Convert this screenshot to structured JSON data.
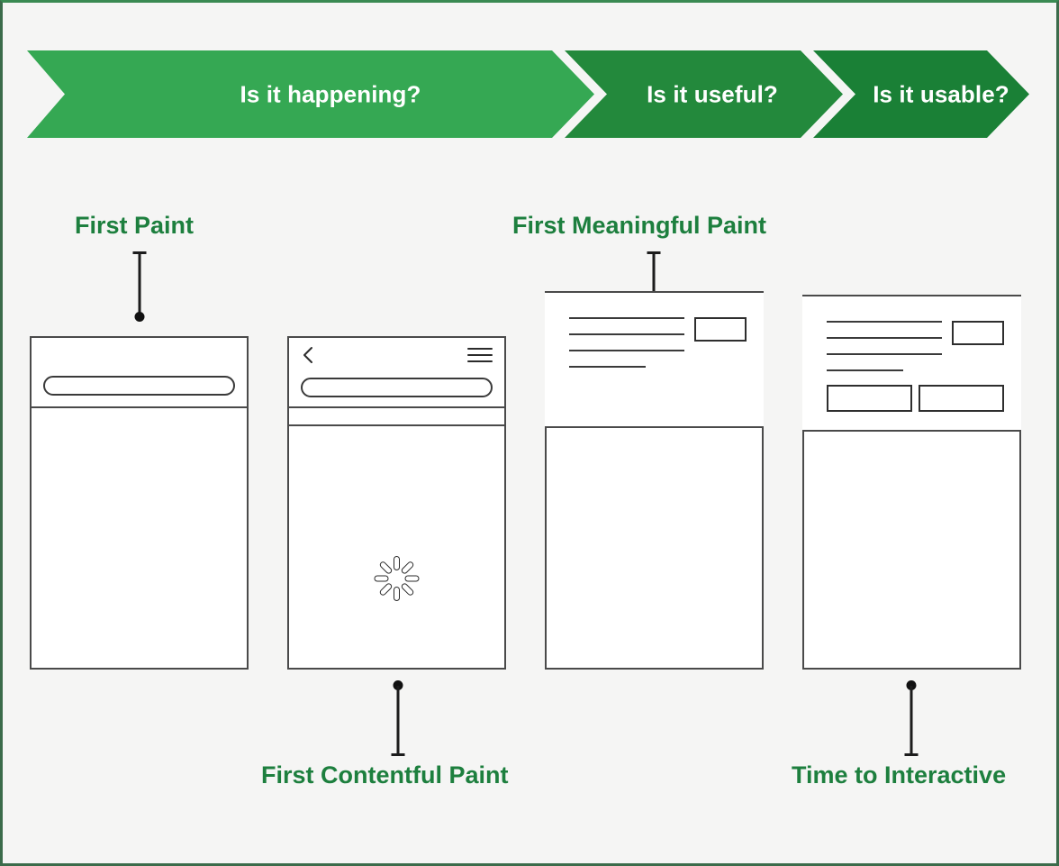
{
  "page": {
    "background": "#f5f5f4",
    "border_color": "#3b6b4a"
  },
  "banner": {
    "segments": [
      {
        "label": "Is it happening?",
        "color": "#35a853"
      },
      {
        "label": "Is it useful?",
        "color": "#23893c"
      },
      {
        "label": "Is it usable?",
        "color": "#1a8036"
      }
    ]
  },
  "metrics": [
    {
      "id": "fp",
      "label": "First Paint",
      "color": "#1d7f3e",
      "position": "above",
      "phone": 1
    },
    {
      "id": "fcp",
      "label": "First Contentful Paint",
      "color": "#1d7f3e",
      "position": "below",
      "phone": 2
    },
    {
      "id": "fmp",
      "label": "First Meaningful Paint",
      "color": "#1d7f3e",
      "position": "above",
      "phone": 3
    },
    {
      "id": "tti",
      "label": "Time to Interactive",
      "color": "#1d7f3e",
      "position": "below",
      "phone": 4
    }
  ],
  "phones": [
    {
      "id": "phone-1",
      "state": "blank page with address bar only",
      "has_back": false,
      "has_menu": false,
      "has_url_bar": true,
      "has_strip": false,
      "has_tabbar": false,
      "has_spinner": false,
      "has_content": false,
      "has_buttons": false
    },
    {
      "id": "phone-2",
      "state": "loading spinner",
      "has_back": true,
      "has_menu": true,
      "has_url_bar": true,
      "has_strip": true,
      "has_tabbar": false,
      "has_spinner": true,
      "has_content": false,
      "has_buttons": false
    },
    {
      "id": "phone-3",
      "state": "primary content rendered",
      "has_back": true,
      "has_menu": true,
      "has_url_bar": true,
      "has_strip": true,
      "has_tabbar": false,
      "has_spinner": false,
      "has_content": true,
      "has_buttons": false
    },
    {
      "id": "phone-4",
      "state": "fully interactive with toolbar and action buttons",
      "has_back": true,
      "has_menu": true,
      "has_url_bar": true,
      "has_strip": false,
      "has_tabbar": true,
      "has_spinner": false,
      "has_content": true,
      "has_buttons": true
    }
  ],
  "toolbar_icons": [
    "circle-icon",
    "square-icon",
    "square-icon",
    "circle-icon",
    "triangle-icon"
  ],
  "icons": {
    "back": "chevron-left-icon",
    "menu": "hamburger-menu-icon",
    "spinner": "loading-spinner-icon"
  }
}
